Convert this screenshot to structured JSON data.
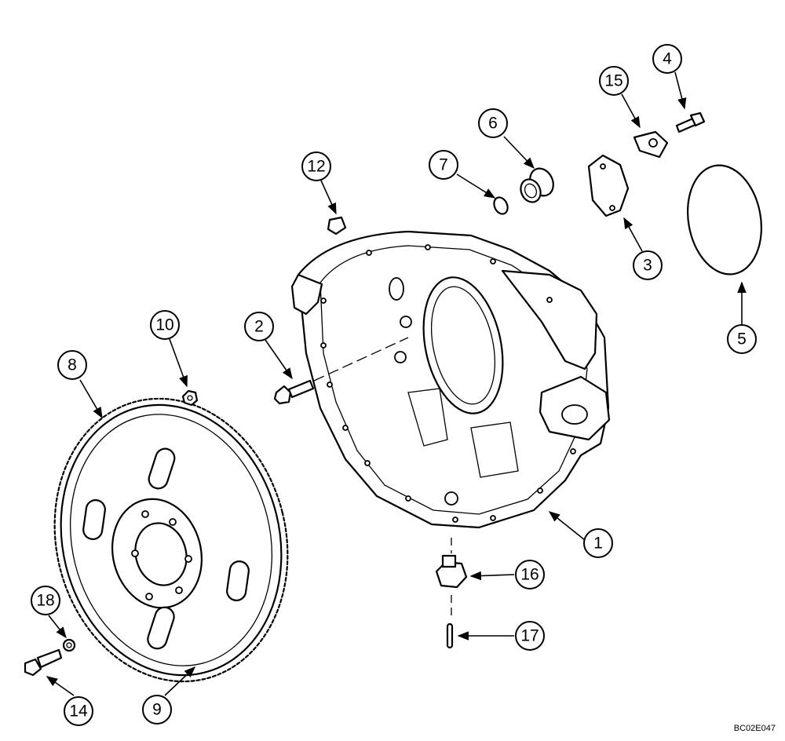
{
  "callouts": [
    "1",
    "2",
    "3",
    "4",
    "5",
    "6",
    "7",
    "8",
    "9",
    "10",
    "12",
    "14",
    "15",
    "16",
    "17",
    "18"
  ],
  "figure_code": "BC02E047"
}
